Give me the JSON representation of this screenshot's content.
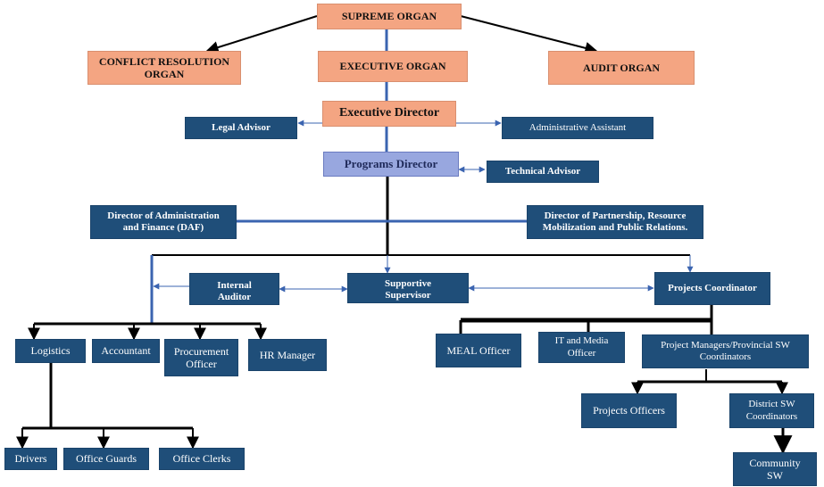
{
  "org": {
    "supreme": "SUPREME ORGAN",
    "conflict": "CONFLICT RESOLUTION\nORGAN",
    "executive_organ": "EXECUTIVE ORGAN",
    "audit": "AUDIT ORGAN",
    "executive_director": "Executive Director",
    "legal_advisor": "Legal Advisor",
    "admin_assistant": "Administrative Assistant",
    "programs_director": "Programs Director",
    "technical_advisor": "Technical Advisor",
    "daf": "Director of Administration\nand Finance (DAF)",
    "partnership": "Director of Partnership, Resource\nMobilization and Public Relations.",
    "internal_auditor": "Internal\nAuditor",
    "supportive_supervisor": "Supportive\nSupervisor",
    "projects_coordinator": "Projects Coordinator",
    "logistics": "Logistics",
    "accountant": "Accountant",
    "procurement": "Procurement\nOfficer",
    "hr_manager": "HR Manager",
    "meal": "MEAL Officer",
    "it_media": "IT and Media\nOfficer",
    "project_managers": "Project Managers/Provincial SW\nCoordinators",
    "projects_officers": "Projects Officers",
    "district_sw": "District SW\nCoordinators",
    "drivers": "Drivers",
    "office_guards": "Office Guards",
    "office_clerks": "Office Clerks",
    "community_sw": "Community\nSW"
  },
  "colors": {
    "salmon": "#f4a582",
    "lavender": "#98a7df",
    "navy": "#1f4e79",
    "blue_line": "#3b64b0",
    "black_line": "#000000"
  }
}
